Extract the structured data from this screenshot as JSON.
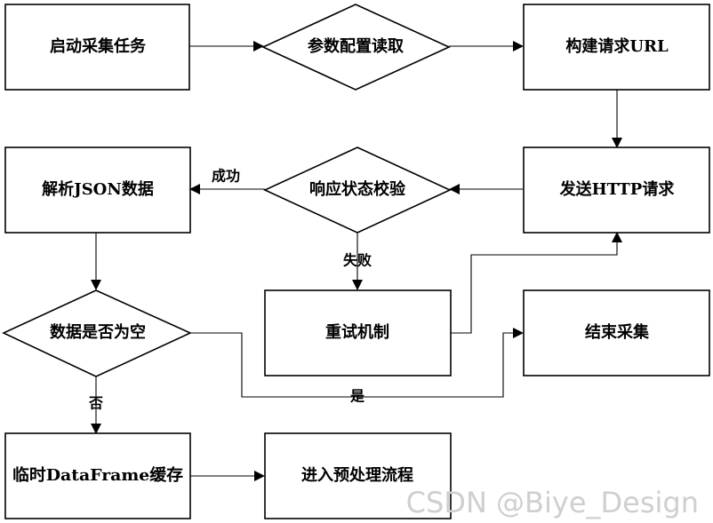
{
  "nodes": {
    "start": "启动采集任务",
    "config": "参数配置读取",
    "build_url": "构建请求URL",
    "send_http": "发送HTTP请求",
    "check_status": "响应状态校验",
    "parse_json": "解析JSON数据",
    "retry": "重试机制",
    "empty_check": "数据是否为空",
    "end": "结束采集",
    "cache": "临时DataFrame缓存",
    "preprocess": "进入预处理流程"
  },
  "edge_labels": {
    "success": "成功",
    "failure": "失败",
    "yes": "是",
    "no": "否"
  },
  "watermark": "CSDN @Biye_Design"
}
